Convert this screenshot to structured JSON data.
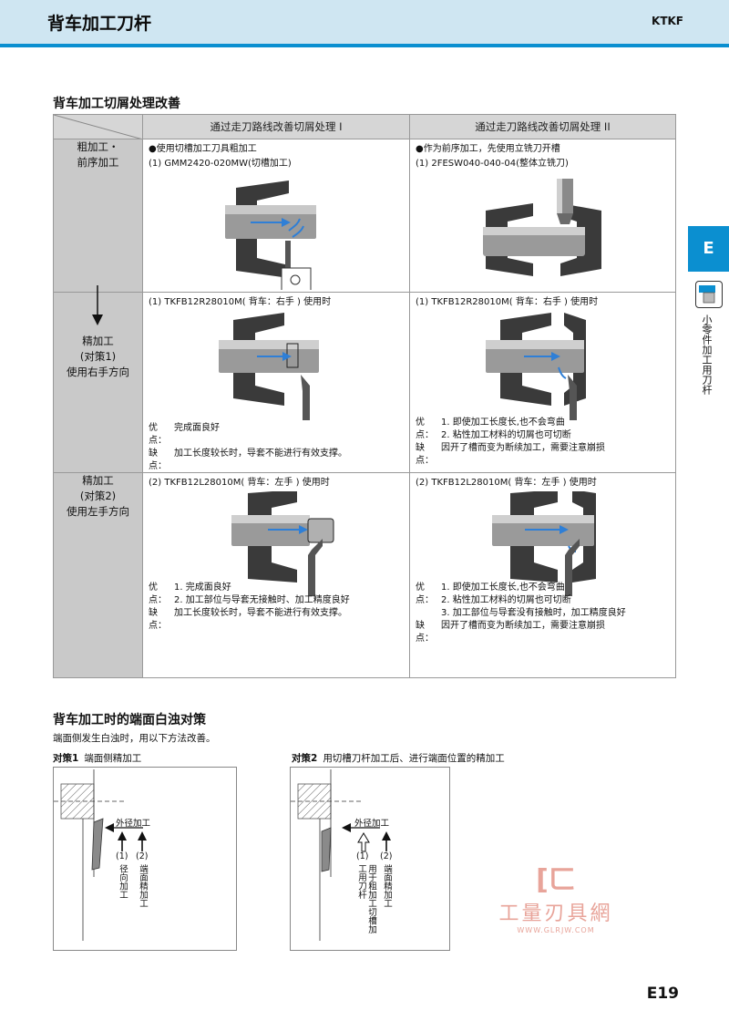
{
  "header": {
    "title": "背车加工刀杆",
    "code": "KTKF"
  },
  "side": {
    "tab": "E",
    "label": "小零件加工用刀杆"
  },
  "section1": {
    "title": "背车加工切屑处理改善",
    "col1": "通过走刀路线改善切屑处理 I",
    "col2": "通过走刀路线改善切屑处理 II",
    "rows": [
      {
        "label_lines": [
          "粗加工・",
          "前序加工"
        ],
        "c1_lines": [
          "●使用切槽加工刀具粗加工",
          "(1) GMM2420-020MW(切槽加工)"
        ],
        "c2_lines": [
          "●作为前序加工，先使用立铣刀开槽",
          "(1) 2FESW040-040-04(整体立铣刀)"
        ]
      },
      {
        "label_lines": [
          "精加工",
          "(对策1)",
          "使用右手方向"
        ],
        "c1_head": "(1) TKFB12R28010M( 背车：右手 ) 使用时",
        "c2_head": "(1) TKFB12R28010M( 背车：右手 ) 使用时",
        "c1_notes": [
          {
            "key": "优点：",
            "lines": [
              "完成面良好"
            ]
          },
          {
            "key": "缺点：",
            "lines": [
              "加工长度较长时，导套不能进行有效支撑。"
            ]
          }
        ],
        "c2_notes": [
          {
            "key": "优点：",
            "lines": [
              "1. 即使加工长度长,也不会弯曲",
              "2. 粘性加工材料的切屑也可切断"
            ]
          },
          {
            "key": "缺点：",
            "lines": [
              "因开了槽而变为断续加工，需要注意崩损"
            ]
          }
        ]
      },
      {
        "label_lines": [
          "精加工",
          "(对策2)",
          "使用左手方向"
        ],
        "c1_head": "(2) TKFB12L28010M( 背车：左手 ) 使用时",
        "c2_head": "(2) TKFB12L28010M( 背车：左手 ) 使用时",
        "c1_notes": [
          {
            "key": "优点：",
            "lines": [
              "1. 完成面良好",
              "2. 加工部位与导套无接触时、加工精度良好"
            ]
          },
          {
            "key": "缺点：",
            "lines": [
              "加工长度较长时，导套不能进行有效支撑。"
            ]
          }
        ],
        "c2_notes": [
          {
            "key": "优点：",
            "lines": [
              "1. 即使加工长度长,也不会弯曲",
              "2. 粘性加工材料的切屑也可切断",
              "3. 加工部位与导套没有接触时，加工精度良好"
            ]
          },
          {
            "key": "缺点：",
            "lines": [
              "因开了槽而变为断续加工，需要注意崩损"
            ]
          }
        ]
      }
    ]
  },
  "section2": {
    "title": "背车加工时的端面白浊对策",
    "desc": "端面侧发生白浊时，用以下方法改善。",
    "fig1": {
      "label_bold": "对策1",
      "label": "端面侧精加工",
      "dir": "外径加工",
      "n1": "(1)",
      "t1": "径向加工",
      "n2": "(2)",
      "t2": "端面精加工"
    },
    "fig2": {
      "label_bold": "对策2",
      "label": "用切槽刀杆加工后、进行端面位置的精加工",
      "dir": "外径加工",
      "n1": "(1)",
      "t1": "用于粗加工切槽加工用刀杆",
      "n2": "(2)",
      "t2": "端面精加工"
    }
  },
  "watermark": {
    "logo": "[ㄈ",
    "name": "工量刃具網",
    "url": "WWW.GLRJW.COM"
  },
  "page": "E19",
  "colors": {
    "accent": "#0b8fd0",
    "header_bg": "#cfe6f2",
    "arrow_blue": "#2f7fd6",
    "tool_dark": "#3a3a3a"
  }
}
